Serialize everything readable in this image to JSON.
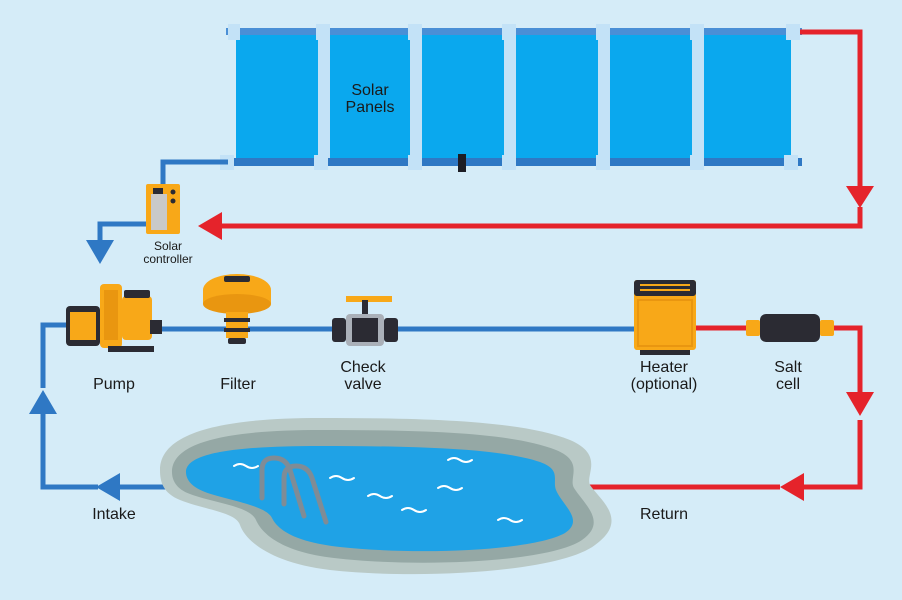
{
  "colors": {
    "background": "#d5ecf8",
    "cold_pipe": "#2f78c4",
    "hot_pipe": "#e5232b",
    "panel": "#0aa8ee",
    "panel_frame": "#4a8fd6",
    "equipment": "#f8a818",
    "equipment_dark": "#2b2b33",
    "pool_water": "#1fa2e6",
    "pool_deck": "#b9c9c6"
  },
  "labels": {
    "solar_panels_line1": "Solar",
    "solar_panels_line2": "Panels",
    "solar_controller_line1": "Solar",
    "solar_controller_line2": "controller",
    "pump": "Pump",
    "filter": "Filter",
    "check_valve_line1": "Check",
    "check_valve_line2": "valve",
    "heater_line1": "Heater",
    "heater_line2": "(optional)",
    "salt_cell_line1": "Salt",
    "salt_cell_line2": "cell",
    "intake": "Intake",
    "return": "Return"
  },
  "icons": [
    "solar-panel-icon",
    "solar-controller-icon",
    "pump-icon",
    "filter-icon",
    "check-valve-icon",
    "heater-icon",
    "salt-cell-icon",
    "pool-icon",
    "pool-ladder-icon",
    "flow-arrow-icon"
  ]
}
